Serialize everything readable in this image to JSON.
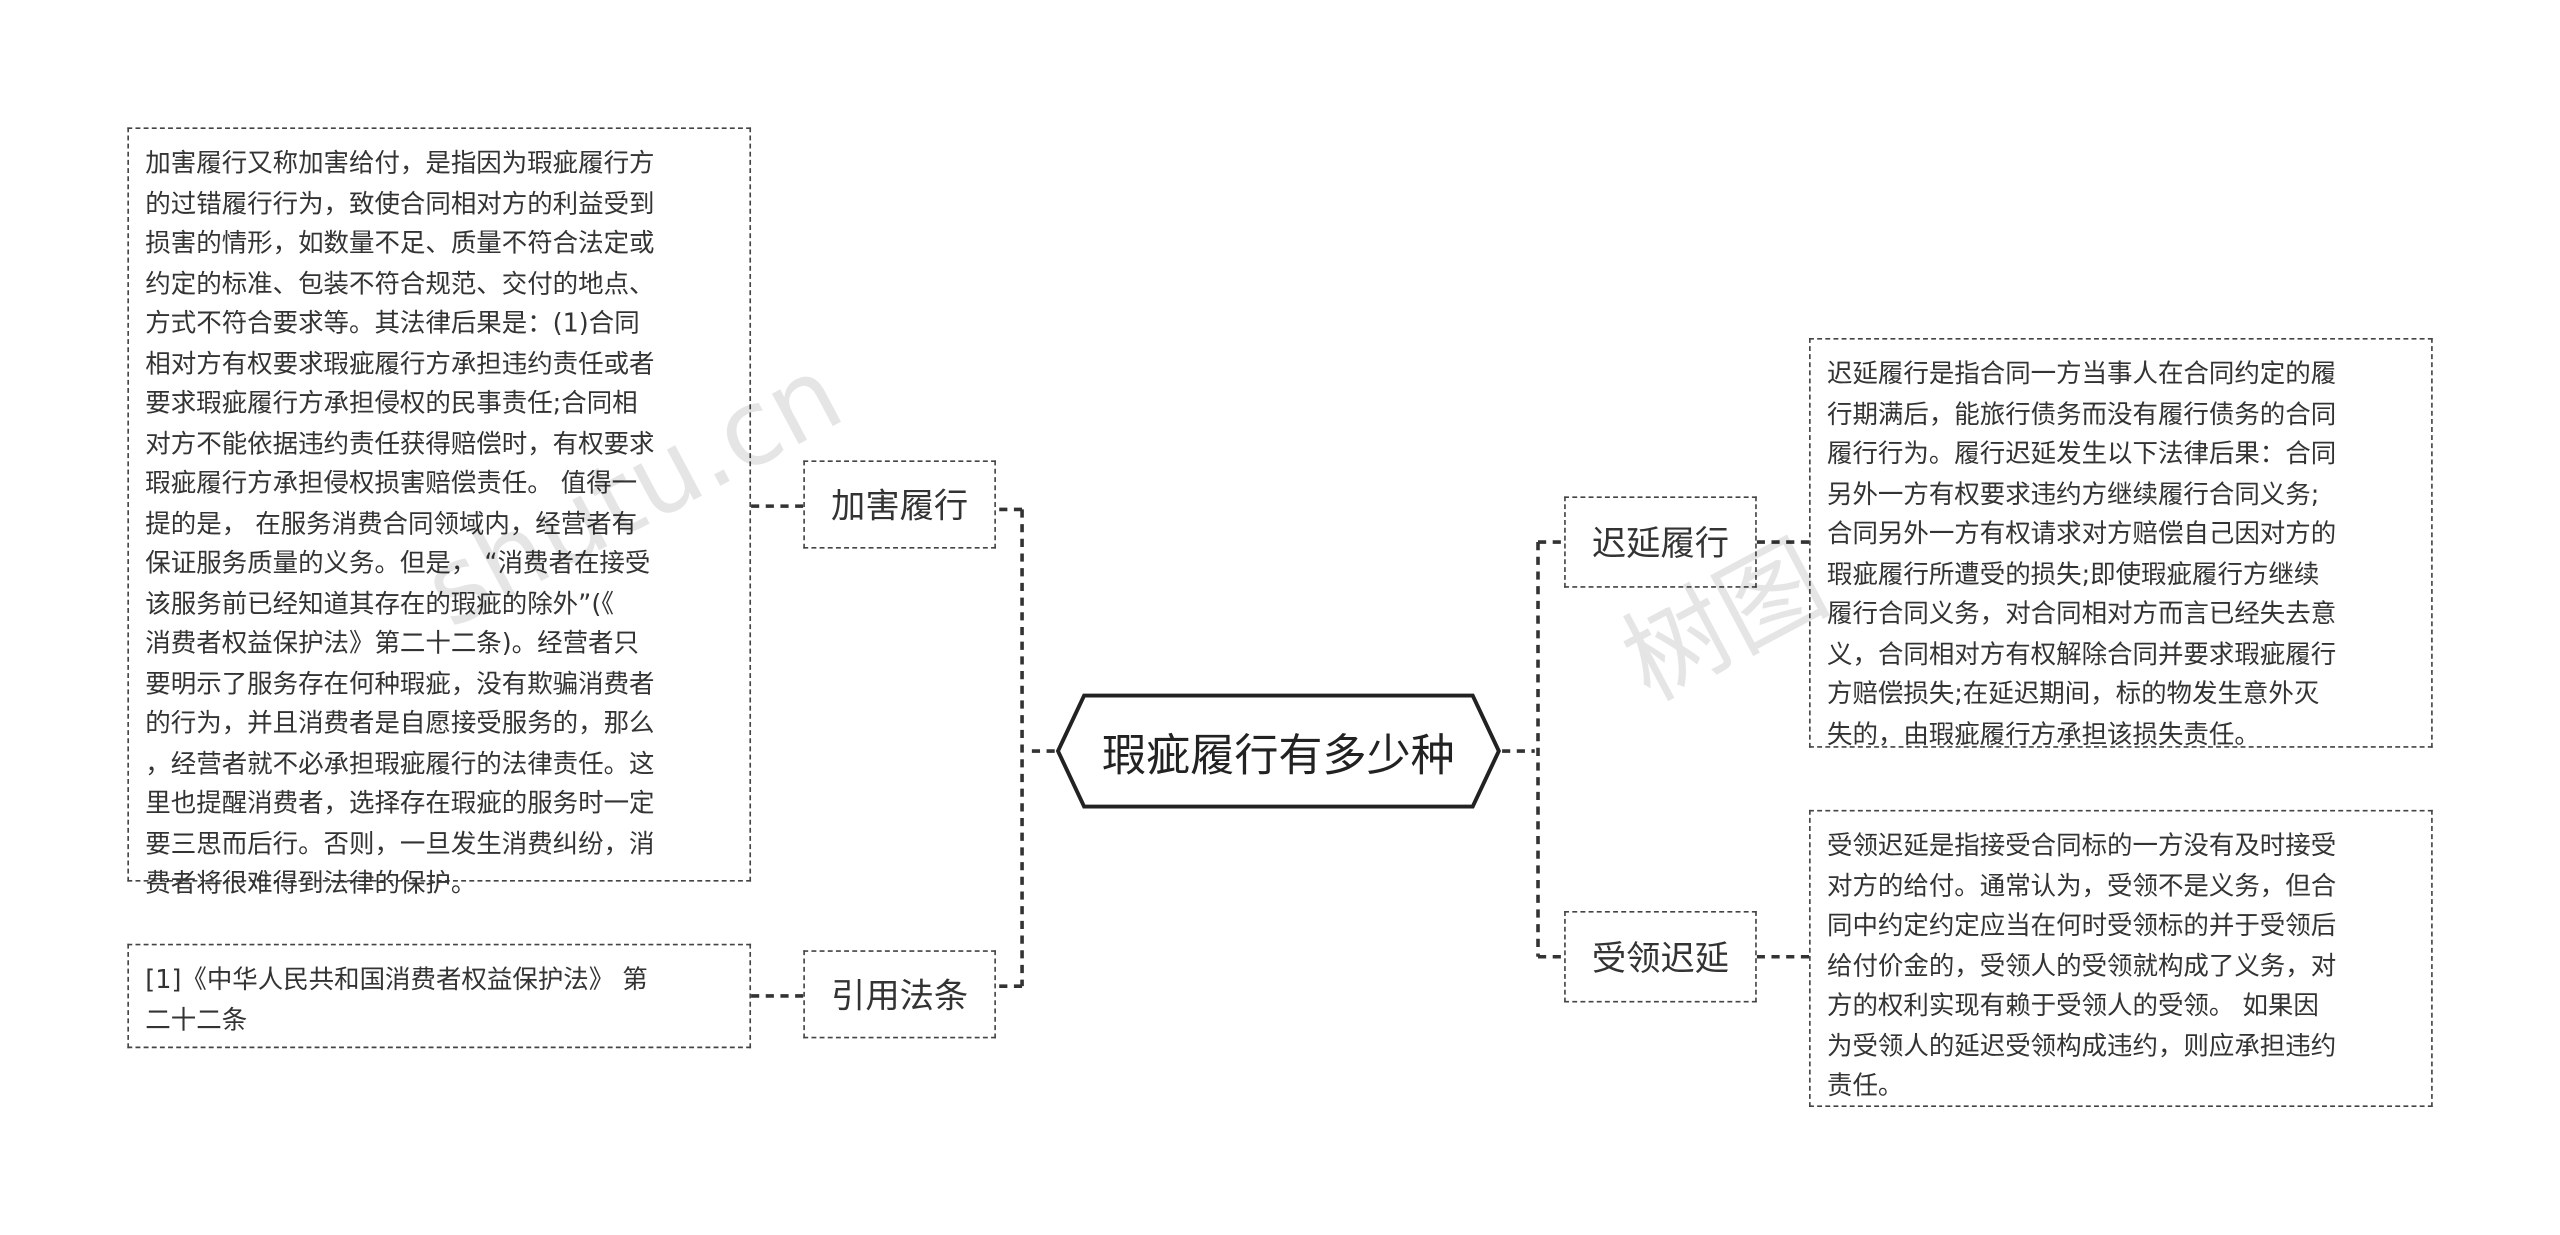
{
  "mindmap": {
    "root": "瑕疵履行有多少种",
    "left": [
      {
        "label": "加害履行",
        "detail": "加害履行又称加害给付，是指因为瑕疵履行方\n的过错履行行为，致使合同相对方的利益受到\n损害的情形，如数量不足、质量不符合法定或\n约定的标准、包装不符合规范、交付的地点、\n方式不符合要求等。其法律后果是：(1)合同\n相对方有权要求瑕疵履行方承担违约责任或者\n要求瑕疵履行方承担侵权的民事责任;合同相\n对方不能依据违约责任获得赔偿时，有权要求\n瑕疵履行方承担侵权损害赔偿责任。 值得一\n提的是， 在服务消费合同领域内，经营者有\n保证服务质量的义务。但是， “消费者在接受\n该服务前已经知道其存在的瑕疵的除外”(《\n消费者权益保护法》第二十二条)。经营者只\n要明示了服务存在何种瑕疵，没有欺骗消费者\n的行为，并且消费者是自愿接受服务的，那么\n，经营者就不必承担瑕疵履行的法律责任。这\n里也提醒消费者，选择存在瑕疵的服务时一定\n要三思而后行。否则，一旦发生消费纠纷，消\n费者将很难得到法律的保护。"
      },
      {
        "label": "引用法条",
        "detail": "[1]《中华人民共和国消费者权益保护法》 第\n二十二条"
      }
    ],
    "right": [
      {
        "label": "迟延履行",
        "detail": "迟延履行是指合同一方当事人在合同约定的履\n行期满后，能旅行债务而没有履行债务的合同\n履行行为。履行迟延发生以下法律后果：合同\n另外一方有权要求违约方继续履行合同义务;\n合同另外一方有权请求对方赔偿自己因对方的\n瑕疵履行所遭受的损失;即使瑕疵履行方继续\n履行合同义务，对合同相对方而言已经失去意\n义，合同相对方有权解除合同并要求瑕疵履行\n方赔偿损失;在延迟期间，标的物发生意外灭\n失的，由瑕疵履行方承担该损失责任。"
      },
      {
        "label": "受领迟延",
        "detail": "受领迟延是指接受合同标的一方没有及时接受\n对方的给付。通常认为，受领不是义务，但合\n同中约定约定应当在何时受领标的并于受领后\n给付价金的，受领人的受领就构成了义务，对\n方的权利实现有赖于受领人的受领。 如果因\n为受领人的延迟受领构成违约，则应承担违约\n责任。"
      }
    ]
  },
  "watermark": [
    "shutu.cn",
    "树图"
  ]
}
